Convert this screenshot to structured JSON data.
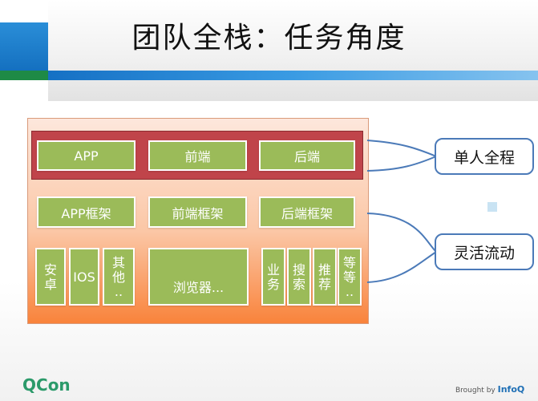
{
  "title": "团队全栈：任务角度",
  "diagram": {
    "row1": [
      "APP",
      "前端",
      "后端"
    ],
    "row2": [
      "APP框架",
      "前端框架",
      "后端框架"
    ],
    "row3_left": [
      {
        "lines": [
          "安",
          "卓"
        ]
      },
      {
        "lines": [
          "IOS"
        ]
      },
      {
        "lines": [
          "其",
          "他",
          ".."
        ]
      }
    ],
    "row3_mid": "浏览器...",
    "row3_right": [
      {
        "lines": [
          "业",
          "务"
        ]
      },
      {
        "lines": [
          "搜",
          "索"
        ]
      },
      {
        "lines": [
          "推",
          "荐"
        ]
      },
      {
        "lines": [
          "等",
          "等",
          ".."
        ]
      }
    ],
    "callouts": {
      "single": "单人全程",
      "flexible": "灵活流动"
    }
  },
  "footer": {
    "logo_q": "Q",
    "logo_rest": "Con",
    "brought_by": "Brought by",
    "infoq": "InfoQ"
  },
  "colors": {
    "box_green": "#9bbb59",
    "band_red": "#c0444a",
    "callout_border": "#4b7ab8",
    "header_blue": "#1570c4"
  }
}
